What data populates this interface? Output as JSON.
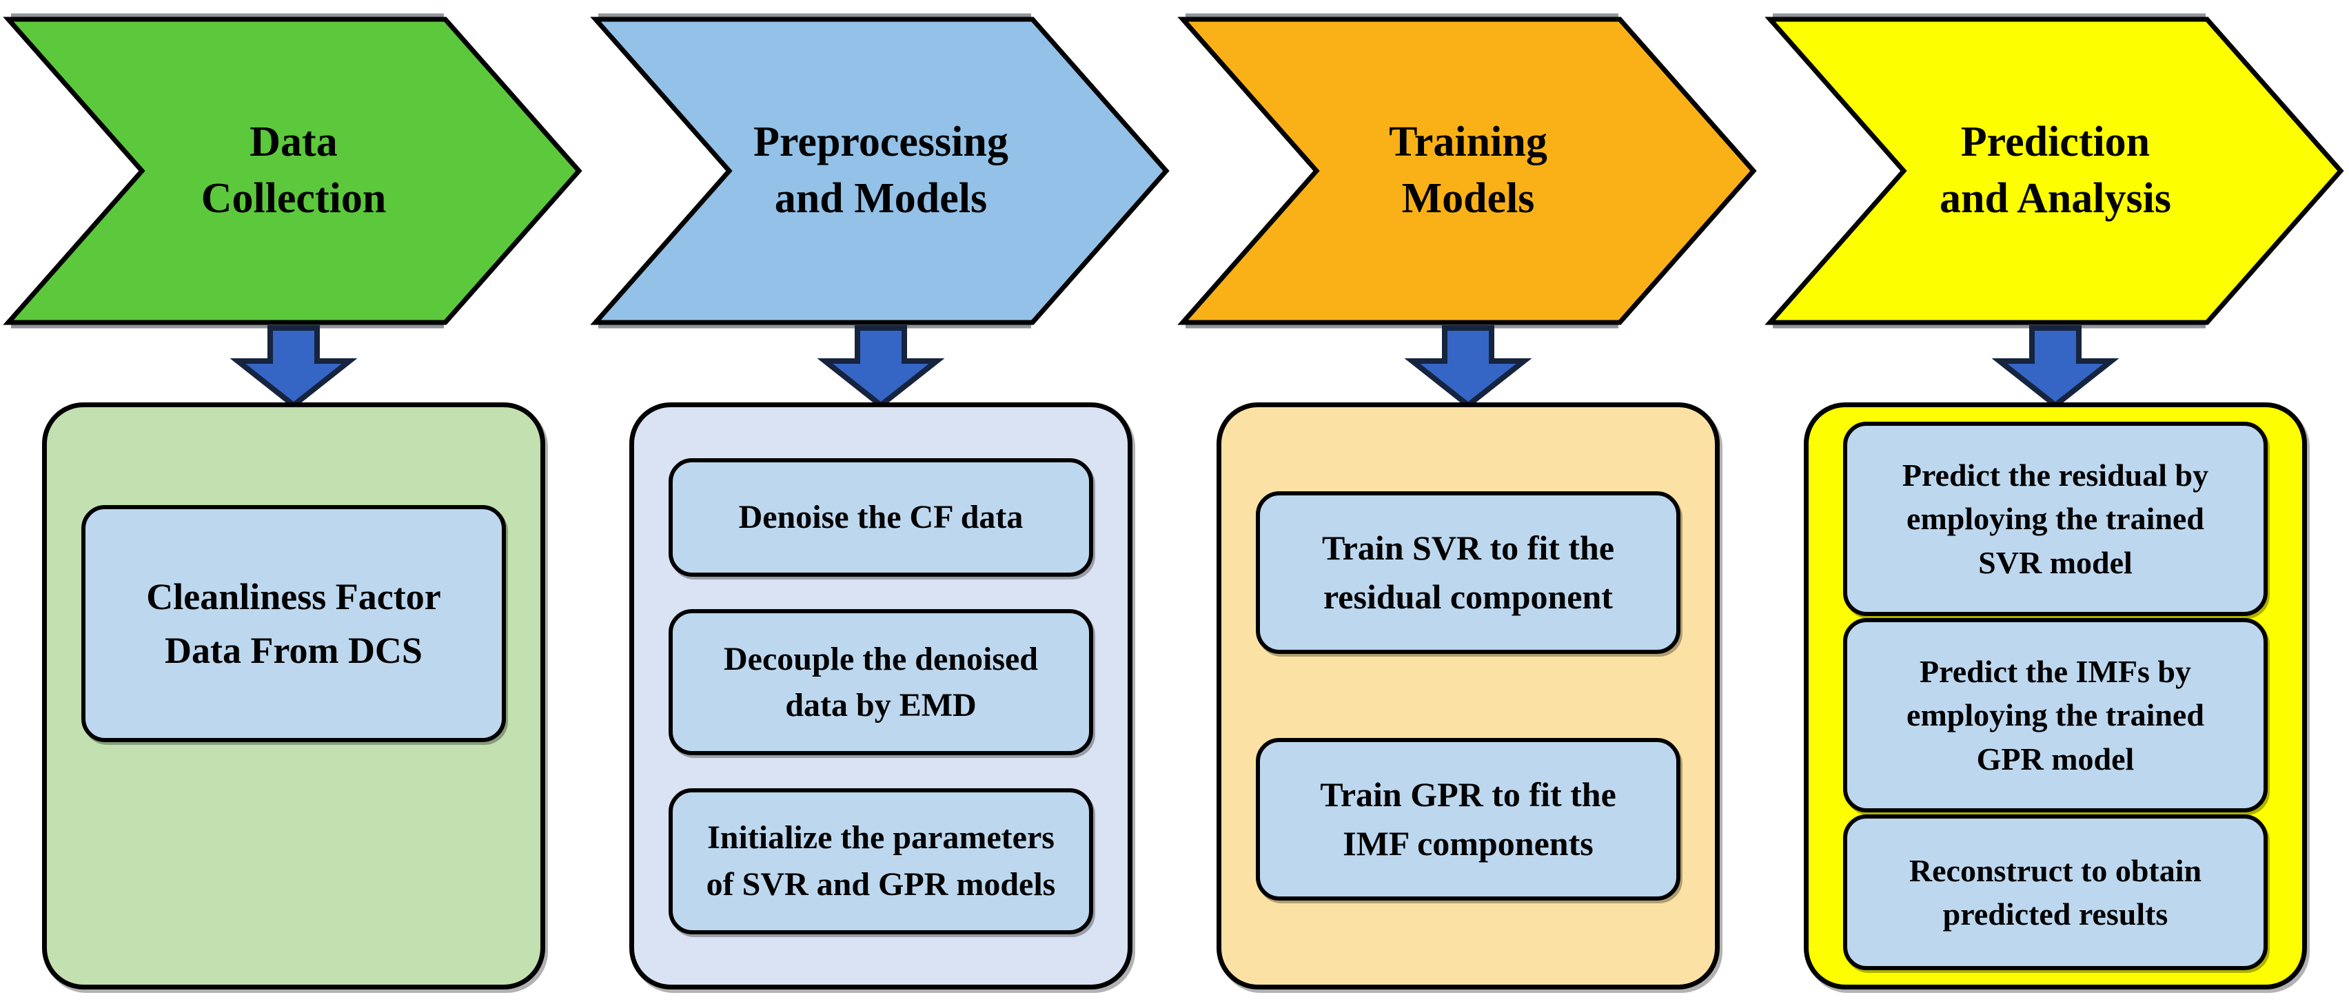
{
  "figure": {
    "background": "#ffffff",
    "text_color": "#000000",
    "outline_color": "#000000",
    "edge_shadow_color": "#8f959b"
  },
  "arrow": {
    "fill": "#3566C6",
    "stroke": "#16243F"
  },
  "item_fill": "#BDD7EE",
  "columns": [
    {
      "name": "data-collection",
      "chevron": {
        "label": "Data\nCollection",
        "fill": "#5CC83C"
      },
      "container_fill": "#C3E0B0",
      "items": [
        {
          "text": "Cleanliness Factor\nData From DCS"
        }
      ]
    },
    {
      "name": "preprocessing-and-models",
      "chevron": {
        "label": "Preprocessing\nand Models",
        "fill": "#93C1E7"
      },
      "container_fill": "#DAE3F3",
      "items": [
        {
          "text": "Denoise the CF data"
        },
        {
          "text": "Decouple the denoised\ndata by EMD"
        },
        {
          "text": "Initialize the parameters\nof SVR and GPR models"
        }
      ]
    },
    {
      "name": "training-models",
      "chevron": {
        "label": "Training\nModels",
        "fill": "#FAB117"
      },
      "container_fill": "#FBE2A4",
      "items": [
        {
          "text": "Train SVR to fit the\nresidual component"
        },
        {
          "text": "Train GPR to fit the\nIMF components"
        }
      ]
    },
    {
      "name": "prediction-and-analysis",
      "chevron": {
        "label": "Prediction\nand Analysis",
        "fill": "#FDFF00"
      },
      "container_fill": "#FDFF00",
      "items": [
        {
          "text": "Predict the residual by\nemploying the trained\nSVR model"
        },
        {
          "text": "Predict the IMFs by\nemploying the trained\nGPR model"
        },
        {
          "text": "Reconstruct to obtain\npredicted results"
        }
      ]
    }
  ]
}
